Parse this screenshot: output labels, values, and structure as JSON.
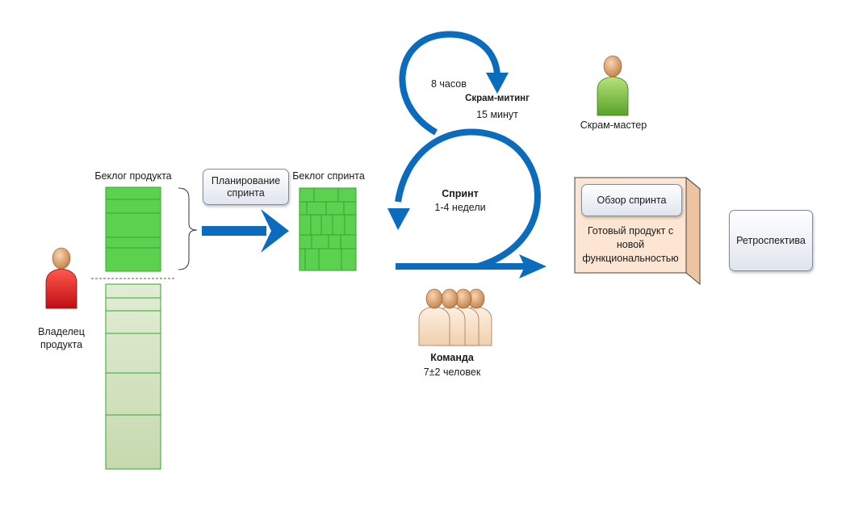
{
  "product_backlog": {
    "label": "Беклог продукта"
  },
  "planning": {
    "label_line1": "Планирование",
    "label_line2": "спринта"
  },
  "sprint_backlog": {
    "label": "Беклог спринта"
  },
  "product_owner": {
    "label_line1": "Владелец",
    "label_line2": "продукта"
  },
  "daily_meeting": {
    "duration_hours": "8 часов",
    "title": "Скрам-митинг",
    "duration": "15 минут"
  },
  "sprint": {
    "title": "Спринт",
    "duration": "1-4 недели"
  },
  "team": {
    "title": "Команда",
    "size": "7±2 человек"
  },
  "scrum_master": {
    "label": "Скрам-мастер"
  },
  "sprint_review": {
    "label": "Обзор спринта"
  },
  "product_increment": {
    "line1": "Готовый продукт с",
    "line2": "новой",
    "line3": "функциональностью"
  },
  "retrospective": {
    "label": "Ретроспектива"
  },
  "colors": {
    "arrow_blue": "#0b6bbd",
    "backlog_green": "#5cd150",
    "backlog_green_border": "#2ea82a",
    "future_backlog": "#d2e3bf",
    "owner_red": "#e01b20",
    "master_green": "#7ac143",
    "team_peach": "#f4dcc1",
    "increment_fill": "#fce6d3"
  }
}
